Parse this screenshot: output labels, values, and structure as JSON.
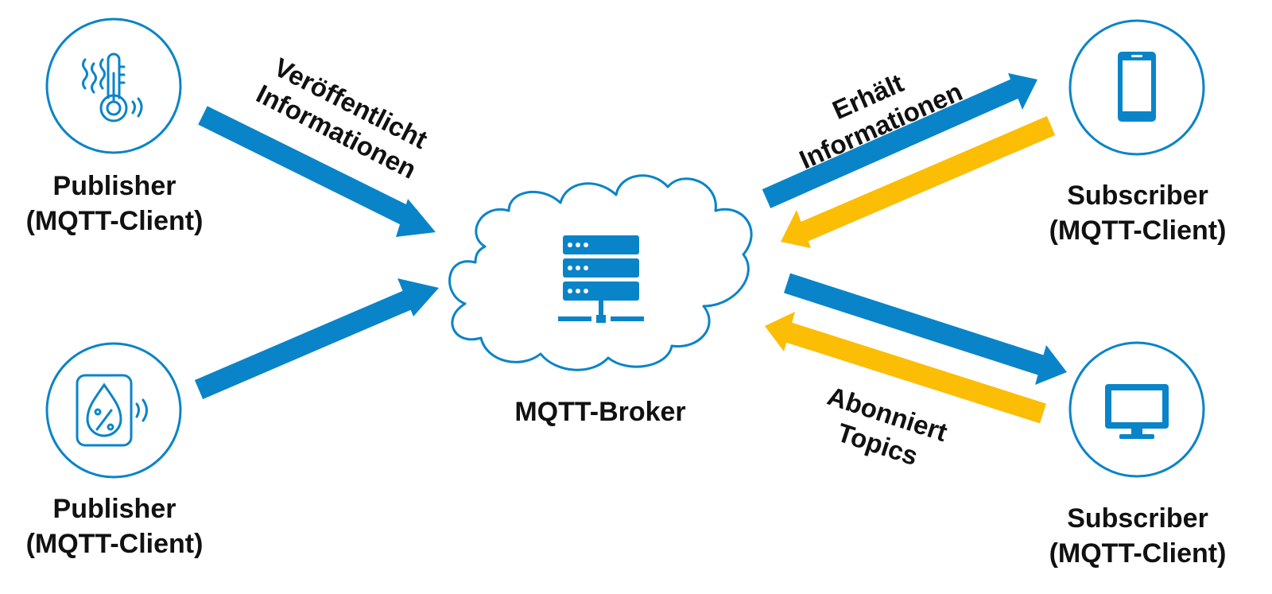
{
  "colors": {
    "blue": "#0a84c8",
    "yellow": "#fcbd05",
    "text": "#111111"
  },
  "nodes": {
    "publisher_top": {
      "line1": "Publisher",
      "line2": "(MQTT-Client)",
      "icon": "thermometer-icon"
    },
    "publisher_bottom": {
      "line1": "Publisher",
      "line2": "(MQTT-Client)",
      "icon": "humidity-sensor-icon"
    },
    "broker": {
      "label": "MQTT-Broker",
      "icon": "server-cloud-icon"
    },
    "subscriber_top": {
      "line1": "Subscriber",
      "line2": "(MQTT-Client)",
      "icon": "smartphone-icon"
    },
    "subscriber_bottom": {
      "line1": "Subscriber",
      "line2": "(MQTT-Client)",
      "icon": "monitor-icon"
    }
  },
  "edges": {
    "publishes": {
      "line1": "Veröffentlicht",
      "line2": "Informationen"
    },
    "receives": {
      "line1": "Erhält",
      "line2": "Informationen"
    },
    "subscribes": {
      "line1": "Abonniert",
      "line2": "Topics"
    }
  }
}
